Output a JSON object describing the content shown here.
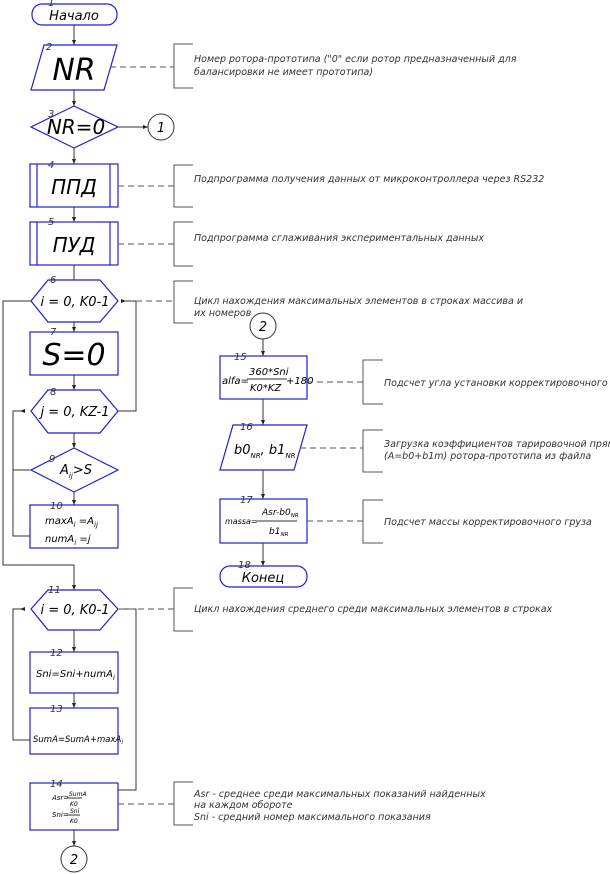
{
  "diagram": {
    "blocks": [
      {
        "id": 1,
        "type": "terminator",
        "text": "Начало"
      },
      {
        "id": 2,
        "type": "io",
        "text": "NR"
      },
      {
        "id": 3,
        "type": "decision",
        "text": "NR=0"
      },
      {
        "id": 4,
        "type": "subprocess",
        "text": "ППД"
      },
      {
        "id": 5,
        "type": "subprocess",
        "text": "ПУД"
      },
      {
        "id": 6,
        "type": "loop",
        "text": "i = 0, K0-1"
      },
      {
        "id": 7,
        "type": "process",
        "text": "S=0"
      },
      {
        "id": 8,
        "type": "loop",
        "text": "j = 0, KZ-1"
      },
      {
        "id": 9,
        "type": "decision",
        "text": "A",
        "sub": "ij",
        "suffix": ">S"
      },
      {
        "id": 10,
        "type": "process",
        "lines": [
          {
            "text": "maxA",
            "sub": "i",
            "rest": " =A",
            "sub2": "ij"
          },
          {
            "text": "numA",
            "sub": "i",
            "rest": " =j",
            "sub2": ""
          }
        ]
      },
      {
        "id": 11,
        "type": "loop",
        "text": "i = 0, K0-1"
      },
      {
        "id": 12,
        "type": "process",
        "text": "Sni=Sni+numA",
        "sub": "i"
      },
      {
        "id": 13,
        "type": "process",
        "text": "SumA=SumA+maxA",
        "sub": "i"
      },
      {
        "id": 14,
        "type": "process",
        "formula1": {
          "lhs": "Asr=",
          "num": "SumA",
          "den": "K0"
        },
        "formula2": {
          "lhs": "Sni=",
          "num": "Sni",
          "den": "K0"
        }
      },
      {
        "id": 15,
        "type": "process",
        "formula": {
          "lhs": "alfa=",
          "num": "360*Sni",
          "den": "K0*KZ",
          "rest": "+180"
        }
      },
      {
        "id": 16,
        "type": "io",
        "text1": "b0",
        "sub1": "NR",
        "sep": ", ",
        "text2": "b1",
        "sub2": "NR"
      },
      {
        "id": 17,
        "type": "process",
        "formula": {
          "lhs": "massa=",
          "num": "Asr-b0",
          "num_sub": "NR",
          "den": "b1",
          "den_sub": "NR"
        }
      },
      {
        "id": 18,
        "type": "terminator",
        "text": "Конец"
      }
    ],
    "connectors": {
      "c1": "1",
      "c2_top": "2",
      "c2_bottom": "2"
    },
    "comments": {
      "c2": [
        "Номер ротора-прототипа (\"0\" если ротор предназначенный для",
        "балансировки не имеет прототипа)"
      ],
      "c4": [
        "Подпрограмма получения данных от микроконтроллера через RS232"
      ],
      "c5": [
        "Подпрограмма сглаживания экспериментальных данных"
      ],
      "c6": [
        "Цикл нахождения максимальных элементов в строках массива и",
        "их номеров"
      ],
      "c11": [
        "Цикл нахождения среднего среди максимальных элементов в строках"
      ],
      "c14": [
        "Asr - среднее среди максимальных показаний найденных",
        "на каждом обороте",
        "Sni - средний номер максимального показания"
      ],
      "c15": [
        "Подсчет угла установки корректировочного груза"
      ],
      "c16": [
        "Загрузка коэффициентов тарировочной прямой",
        "(A=b0+b1m) ротора-прототипа из файла"
      ],
      "c17": [
        "Подсчет массы корректировочного груза"
      ]
    }
  }
}
